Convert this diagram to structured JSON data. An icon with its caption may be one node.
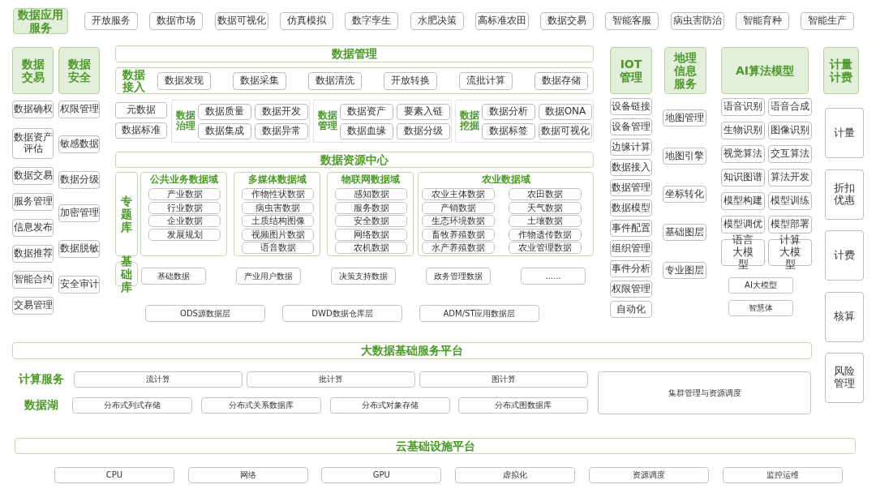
{
  "diagram": {
    "nodes": [
      {
        "text": [
          "数据应用服务"
        ]
      },
      {
        "text": [
          "开放服务"
        ]
      },
      {
        "text": [
          "数据市场"
        ]
      },
      {
        "text": [
          "数据可视化"
        ]
      },
      {
        "text": [
          "仿真模拟"
        ]
      },
      {
        "text": [
          "数字孪生"
        ]
      },
      {
        "text": [
          "水肥决策"
        ]
      },
      {
        "text": [
          "高标准农田"
        ]
      },
      {
        "text": [
          "数据交易"
        ]
      },
      {
        "text": [
          "智能客服"
        ]
      },
      {
        "text": [
          "病虫害防治"
        ]
      },
      {
        "text": [
          "智能育种"
        ]
      },
      {
        "text": [
          "智能生产"
        ]
      },
      {
        "text": [
          "数据交易"
        ]
      },
      {
        "text": [
          "数据安全"
        ]
      },
      {
        "text": [
          "数据确权"
        ]
      },
      {
        "text": [
          "数据资产评估"
        ]
      },
      {
        "text": [
          "数据交易"
        ]
      },
      {
        "text": [
          "服务管理"
        ]
      },
      {
        "text": [
          "信息发布"
        ]
      },
      {
        "text": [
          "数据推荐"
        ]
      },
      {
        "text": [
          "智能合约"
        ]
      },
      {
        "text": [
          "交易管理"
        ]
      },
      {
        "text": [
          "权限管理"
        ]
      },
      {
        "text": [
          "敏感数据"
        ]
      },
      {
        "text": [
          "数据分级"
        ]
      },
      {
        "text": [
          "加密管理"
        ]
      },
      {
        "text": [
          "数据脱敏"
        ]
      },
      {
        "text": [
          "安全审计"
        ]
      },
      {
        "text": [
          "数据管理"
        ]
      },
      {
        "text": [
          "数据接入"
        ]
      },
      {
        "text": [
          "数据发现"
        ],
        "in": 30
      },
      {
        "text": [
          "数据采集"
        ],
        "in": 30
      },
      {
        "text": [
          "数据清洗"
        ],
        "in": 30
      },
      {
        "text": [
          "开放转换"
        ],
        "in": 30
      },
      {
        "text": [
          "流批计算"
        ],
        "in": 30
      },
      {
        "text": [
          "数据存储"
        ],
        "in": 30
      },
      {
        "text": [
          "元数据"
        ]
      },
      {
        "text": [
          "数据标准"
        ]
      },
      {
        "text": [
          "数据治理"
        ]
      },
      {
        "text": [
          "数据质量"
        ],
        "in": 39
      },
      {
        "text": [
          "数据开发"
        ],
        "in": 39
      },
      {
        "text": [
          "数据集成"
        ],
        "in": 39
      },
      {
        "text": [
          "数据异常"
        ],
        "in": 39
      },
      {
        "text": [
          "数据管理"
        ]
      },
      {
        "text": [
          "数据资产"
        ],
        "in": 44
      },
      {
        "text": [
          "要素入链"
        ],
        "in": 44
      },
      {
        "text": [
          "数据血缘"
        ],
        "in": 44
      },
      {
        "text": [
          "数据分级"
        ],
        "in": 44
      },
      {
        "text": [
          "数据挖掘"
        ]
      },
      {
        "text": [
          "数据分析"
        ],
        "in": 49
      },
      {
        "text": [
          "数据ONA"
        ],
        "in": 49
      },
      {
        "text": [
          "数据标签"
        ],
        "in": 49
      },
      {
        "text": [
          "数据可视化"
        ],
        "in": 49
      },
      {
        "text": [
          "数据资源中心"
        ]
      },
      {
        "text": [
          "专题库"
        ]
      },
      {
        "text": [
          "公共业务数据域"
        ]
      },
      {
        "text": [
          "产业数据"
        ],
        "in": 56
      },
      {
        "text": [
          "行业数据"
        ],
        "in": 56
      },
      {
        "text": [
          "企业数据"
        ],
        "in": 56
      },
      {
        "text": [
          "发展规划"
        ],
        "in": 56
      },
      {
        "text": [
          "多媒体数据域"
        ]
      },
      {
        "text": [
          "作物性状数据"
        ],
        "in": 61
      },
      {
        "text": [
          "病虫害数据"
        ],
        "in": 61
      },
      {
        "text": [
          "土质结构图像"
        ],
        "in": 61
      },
      {
        "text": [
          "视频图片数据"
        ],
        "in": 61
      },
      {
        "text": [
          "语音数据"
        ],
        "in": 61
      },
      {
        "text": [
          "物联网数据域"
        ]
      },
      {
        "text": [
          "感知数据"
        ],
        "in": 67
      },
      {
        "text": [
          "服务数据"
        ],
        "in": 67
      },
      {
        "text": [
          "安全数据"
        ],
        "in": 67
      },
      {
        "text": [
          "网络数据"
        ],
        "in": 67
      },
      {
        "text": [
          "农机数据"
        ],
        "in": 67
      },
      {
        "text": [
          "农业数据域"
        ]
      },
      {
        "text": [
          "农业主体数据"
        ],
        "in": 73
      },
      {
        "text": [
          "农田数据"
        ],
        "in": 73
      },
      {
        "text": [
          "产销数据"
        ],
        "in": 73
      },
      {
        "text": [
          "天气数据"
        ],
        "in": 73
      },
      {
        "text": [
          "生态环境数据"
        ],
        "in": 73
      },
      {
        "text": [
          "土壤数据"
        ],
        "in": 73
      },
      {
        "text": [
          "畜牧养殖数据"
        ],
        "in": 73
      },
      {
        "text": [
          "作物遗传数据"
        ],
        "in": 73
      },
      {
        "text": [
          "水产养殖数据"
        ],
        "in": 73
      },
      {
        "text": [
          "农业管理数据"
        ],
        "in": 73
      },
      {
        "text": [
          "基础库"
        ]
      },
      {
        "text": [
          "基础数据"
        ]
      },
      {
        "text": [
          "产业用户数据"
        ]
      },
      {
        "text": [
          "决策支持数据"
        ]
      },
      {
        "text": [
          "政务管理数据"
        ]
      },
      {
        "text": [
          "......"
        ]
      },
      {
        "text": [
          "ODS源数据层"
        ]
      },
      {
        "text": [
          "DWD数据仓库层"
        ]
      },
      {
        "text": [
          "ADM/ST应用数据层"
        ]
      },
      {
        "text": [
          "IOT管理"
        ]
      },
      {
        "text": [
          "设备链接"
        ]
      },
      {
        "text": [
          "设备管理"
        ]
      },
      {
        "text": [
          "边缘计算"
        ]
      },
      {
        "text": [
          "数据接入"
        ]
      },
      {
        "text": [
          "数据管理"
        ]
      },
      {
        "text": [
          "数据模型"
        ]
      },
      {
        "text": [
          "事件配置"
        ]
      },
      {
        "text": [
          "组织管理"
        ]
      },
      {
        "text": [
          "事件分析"
        ]
      },
      {
        "text": [
          "权限管理"
        ]
      },
      {
        "text": [
          "自动化"
        ]
      },
      {
        "text": [
          "地理信息服务"
        ]
      },
      {
        "text": [
          "地图管理"
        ]
      },
      {
        "text": [
          "地图引擎"
        ]
      },
      {
        "text": [
          "坐标转化"
        ]
      },
      {
        "text": [
          "基础图层"
        ]
      },
      {
        "text": [
          "专业图层"
        ]
      },
      {
        "text": [
          "AI算法模型"
        ]
      },
      {
        "text": [
          "语音识别"
        ]
      },
      {
        "text": [
          "语音合成"
        ]
      },
      {
        "text": [
          "生物识别"
        ]
      },
      {
        "text": [
          "图像识别"
        ]
      },
      {
        "text": [
          "视觉算法"
        ]
      },
      {
        "text": [
          "交互算法"
        ]
      },
      {
        "text": [
          "知识图谱"
        ]
      },
      {
        "text": [
          "算法开发"
        ]
      },
      {
        "text": [
          "模型构建"
        ]
      },
      {
        "text": [
          "模型训练"
        ]
      },
      {
        "text": [
          "模型调优"
        ]
      },
      {
        "text": [
          "模型部署"
        ]
      },
      {
        "text": [
          "语言大模型"
        ]
      },
      {
        "text": [
          "计算大模型"
        ]
      },
      {
        "text": [
          "AI大模型"
        ]
      },
      {
        "text": [
          "智慧体"
        ]
      },
      {
        "text": [
          "计量计费"
        ]
      },
      {
        "text": [
          "计量"
        ]
      },
      {
        "text": [
          "折扣优惠"
        ]
      },
      {
        "text": [
          "计费"
        ]
      },
      {
        "text": [
          "核算"
        ]
      },
      {
        "text": [
          "风险管理"
        ]
      },
      {
        "text": [
          "大数据基础服务平台"
        ]
      },
      {
        "text": [
          "流计算"
        ]
      },
      {
        "text": [
          "批计算"
        ]
      },
      {
        "text": [
          "图计算"
        ]
      },
      {
        "text": [
          "分布式列式存储"
        ]
      },
      {
        "text": [
          "分布式关系数据库"
        ]
      },
      {
        "text": [
          "分布式对象存储"
        ]
      },
      {
        "text": [
          "分布式图数据库"
        ]
      },
      {
        "text": [
          "集群管理与资源调度"
        ]
      },
      {
        "text": [
          "云基础设施平台"
        ]
      },
      {
        "text": [
          "CPU"
        ]
      },
      {
        "text": [
          "网络"
        ]
      },
      {
        "text": [
          "GPU"
        ]
      },
      {
        "text": [
          "虚拟化"
        ]
      },
      {
        "text": [
          "资源调度"
        ]
      },
      {
        "text": [
          "监控运维"
        ]
      }
    ],
    "labels": [
      "计算服务",
      "数据湖"
    ]
  }
}
